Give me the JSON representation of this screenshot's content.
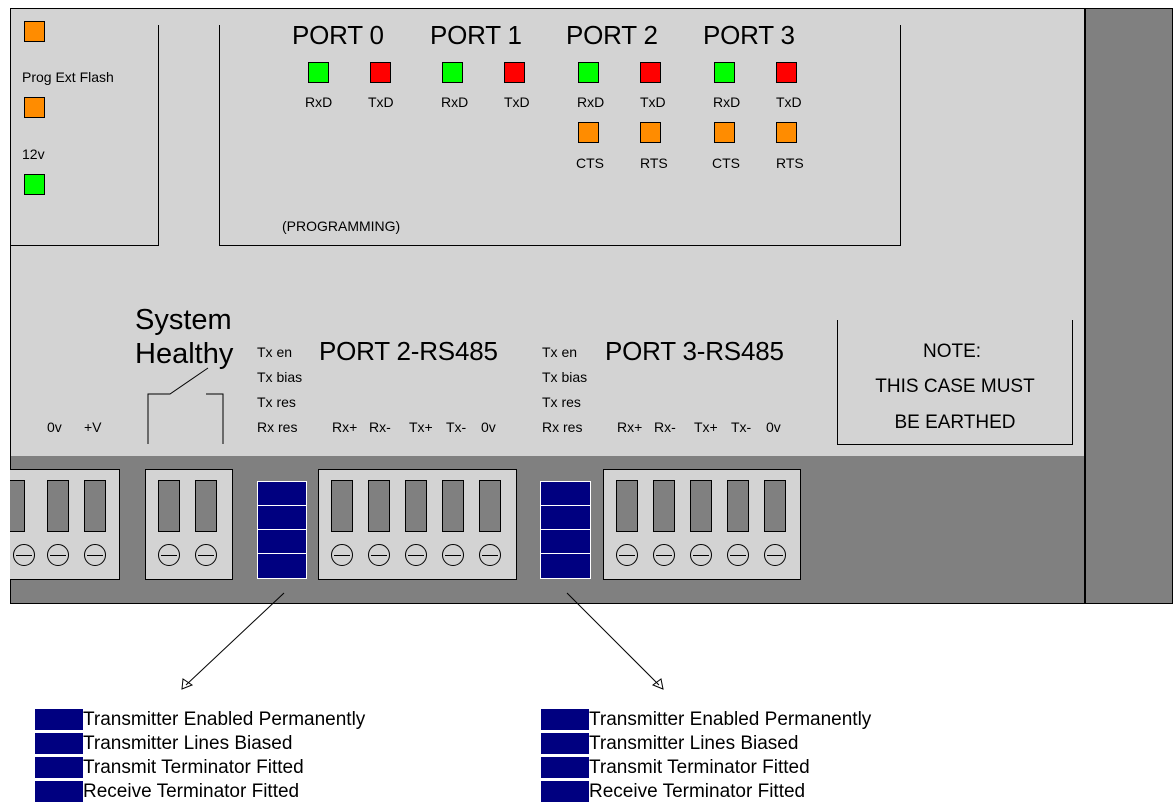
{
  "colors": {
    "panel": "#d3d3d3",
    "dark": "#808080",
    "dip": "#000080",
    "led_green": "#00ff00",
    "led_red": "#ff0000",
    "led_orange": "#ff8c00"
  },
  "left_box": {
    "prog_label": "Prog Ext Flash",
    "v12_label": "12v"
  },
  "ports": {
    "titles": [
      "PORT 0",
      "PORT 1",
      "PORT 2",
      "PORT 3"
    ],
    "rxd": "RxD",
    "txd": "TxD",
    "cts": "CTS",
    "rts": "RTS",
    "programming": "(PROGRAMMING)"
  },
  "system_healthy": {
    "line1": "System",
    "line2": "Healthy"
  },
  "power": {
    "zero_v": "0v",
    "plus_v": "+V"
  },
  "rs485": [
    {
      "title": "PORT 2-RS485",
      "tx_en": "Tx en",
      "tx_bias": "Tx bias",
      "tx_res": "Tx res",
      "rx_res": "Rx res",
      "pins": [
        "Rx+",
        "Rx-",
        "Tx+",
        "Tx-",
        "0v"
      ]
    },
    {
      "title": "PORT 3-RS485",
      "tx_en": "Tx en",
      "tx_bias": "Tx bias",
      "tx_res": "Tx res",
      "rx_res": "Rx res",
      "pins": [
        "Rx+",
        "Rx-",
        "Tx+",
        "Tx-",
        "0v"
      ]
    }
  ],
  "note": {
    "line1": "NOTE:",
    "line2": "THIS CASE MUST",
    "line3": "BE EARTHED"
  },
  "legend": [
    "Transmitter Enabled Permanently",
    "Transmitter Lines Biased",
    "Transmit Terminator Fitted",
    "Receive Terminator Fitted"
  ]
}
